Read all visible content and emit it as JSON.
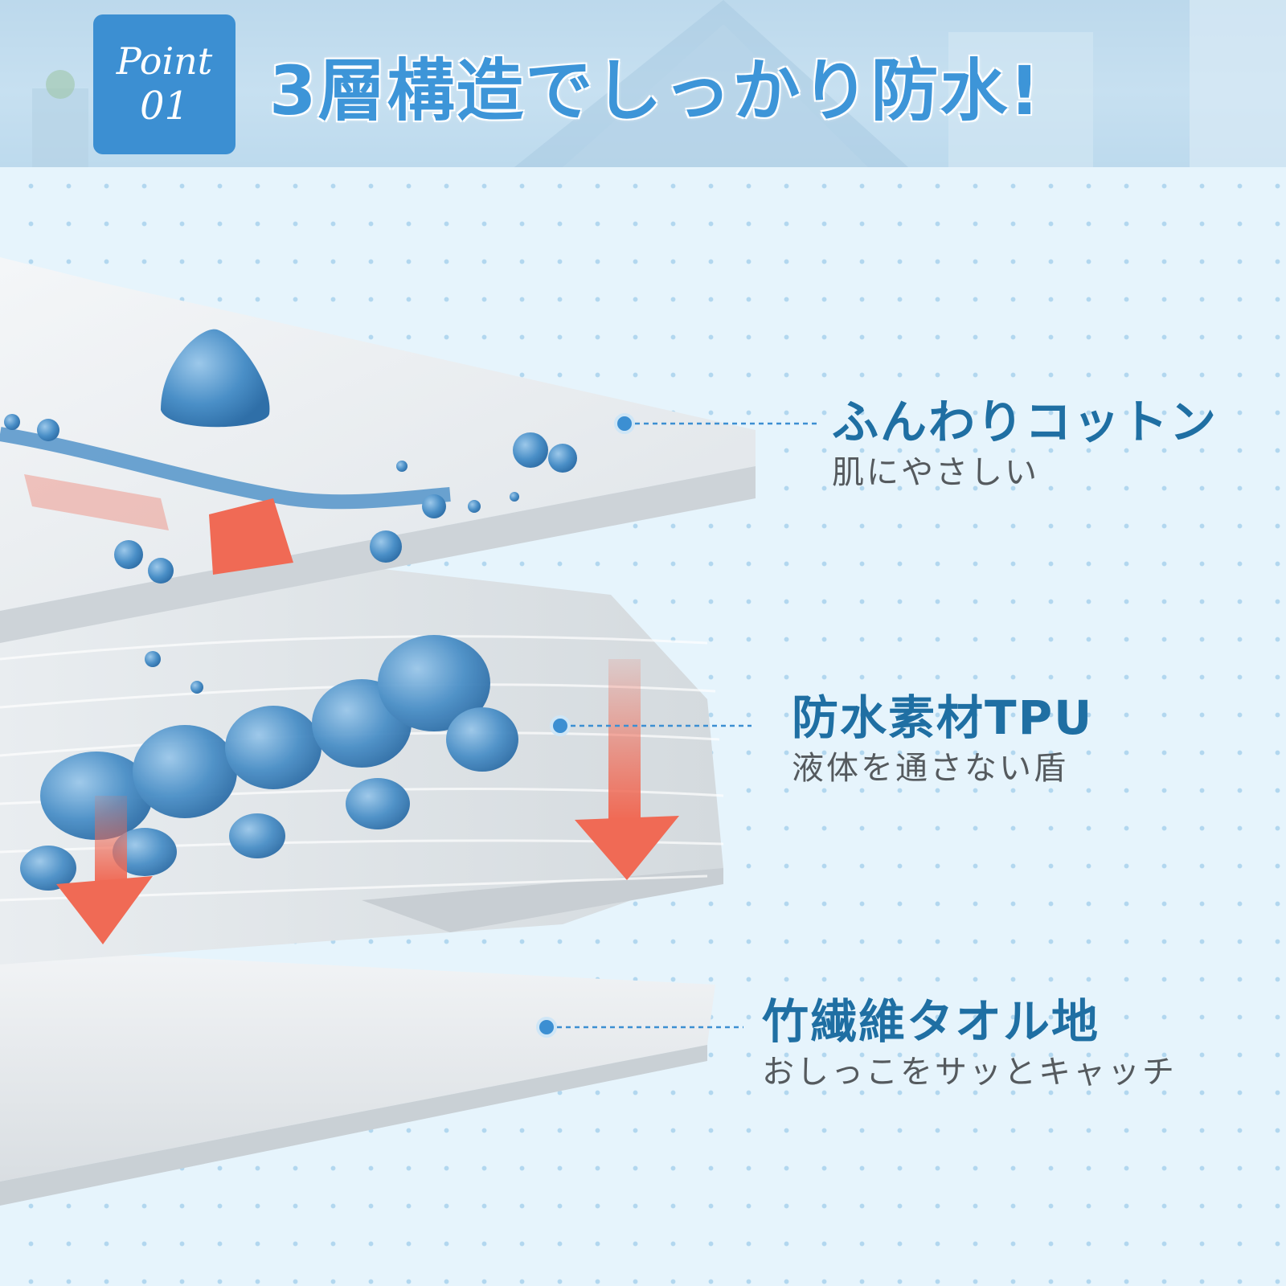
{
  "header": {
    "badge_word": "Point",
    "badge_number": "01",
    "headline": "3層構造でしっかり防水!"
  },
  "layers": [
    {
      "title": "ふんわりコットン",
      "description": "肌にやさしい"
    },
    {
      "title": "防水素材TPU",
      "description": "液体を通さない盾"
    },
    {
      "title": "竹繊維タオル地",
      "description": "おしっこをサッとキャッチ"
    }
  ],
  "colors": {
    "accent_blue": "#3c8fd2",
    "title_blue": "#1f6fa3",
    "arrow_red": "#f06a55",
    "droplet_blue": "#4a8fc7",
    "background": "#e6f4fc"
  }
}
